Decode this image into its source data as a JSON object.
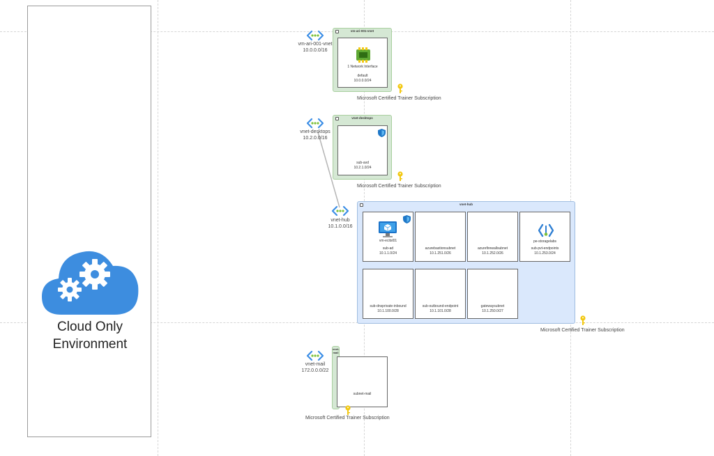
{
  "environment": {
    "title_line1": "Cloud Only",
    "title_line2": "Environment"
  },
  "colors": {
    "green_fill": "#d5e8d4",
    "blue_fill": "#dae8fc",
    "cloud_blue": "#3d8ddf",
    "key_yellow": "#f2c811"
  },
  "vnets": {
    "ari": {
      "name": "vm-ari-001-vnet",
      "cidr": "10.0.0.0/16",
      "header": "vm-ari-001-vnet",
      "subnets": [
        {
          "resource": "1 Network Interface",
          "name": "default",
          "cidr": "10.0.0.0/24",
          "icon": "network-interface-icon"
        }
      ],
      "subscription": "Microsoft Certified Trainer Subscription"
    },
    "desktops": {
      "name": "vnet-desktops",
      "cidr": "10.2.0.0/16",
      "header": "vnet-desktops",
      "subnets": [
        {
          "name": "sub-avd",
          "cidr": "10.2.1.0/24",
          "icon": "nsg-shield-icon"
        }
      ],
      "subscription": "Microsoft Certified Trainer Subscription"
    },
    "hub": {
      "name": "vnet-hub",
      "cidr": "10.1.0.0/16",
      "header": "vnet-hub",
      "subnets": [
        {
          "resource": "vm-ecitsl01",
          "name": "sub-ad",
          "cidr": "10.1.1.0/24",
          "icon": "virtual-machine-icon"
        },
        {
          "name": "azurebastionsubnet",
          "cidr": "10.1.251.0/26"
        },
        {
          "name": "azurefirewallsubnet",
          "cidr": "10.1.252.0/26"
        },
        {
          "resource": "pe-storagelabs",
          "name": "sub-pvt-endpoints",
          "cidr": "10.1.253.0/24",
          "icon": "private-endpoint-icon"
        },
        {
          "name": "sub-dnsprivate-inbound",
          "cidr": "10.1.100.0/28"
        },
        {
          "name": "sub-outbound-endpoint",
          "cidr": "10.1.101.0/28"
        },
        {
          "name": "gatewaysubnet",
          "cidr": "10.1.250.0/27"
        }
      ],
      "subscription": "Microsoft Certified Trainer Subscription"
    },
    "mail": {
      "name": "vnet-mail",
      "cidr": "172.0.0.0/22",
      "header": "vnet-mail",
      "subnets": [
        {
          "name": "subnet-mail"
        }
      ],
      "subscription": "Microsoft Certified Trainer Subscription"
    }
  }
}
